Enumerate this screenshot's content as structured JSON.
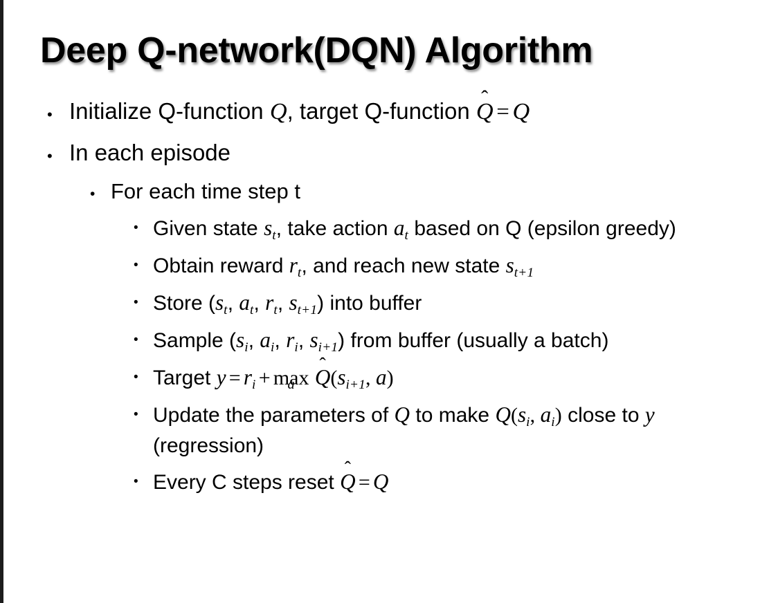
{
  "slide": {
    "title": "Deep Q-network(DQN) Algorithm",
    "background_color": "#ffffff",
    "text_color": "#000000",
    "edge_band_color": "#1c1c1c",
    "bullet_glyph": "•"
  },
  "bullets": {
    "b1": {
      "level": 1,
      "pre": "Initialize Q-function ",
      "var_q1": "Q",
      "mid": ", target Q-function ",
      "hat": "̂",
      "var_qhat": "Q",
      "eq": "=",
      "var_q2": "Q"
    },
    "b2": {
      "level": 1,
      "text": "In each episode"
    },
    "b3": {
      "level": 2,
      "text": "For each time step t"
    },
    "b4": {
      "level": 3,
      "pre": "Given state ",
      "var_s": "s",
      "sub_s": "t",
      "mid": ", take action ",
      "var_a": "a",
      "sub_a": "t",
      "post": " based on Q (epsilon greedy)"
    },
    "b5": {
      "level": 3,
      "pre": "Obtain reward ",
      "var_r": "r",
      "sub_r": "t",
      "mid": ", and reach new state ",
      "var_s": "s",
      "sub_s": "t+1"
    },
    "b6": {
      "level": 3,
      "pre": "Store (",
      "var_s1": "s",
      "sub_s1": "t",
      "sep1": ", ",
      "var_a": "a",
      "sub_a": "t",
      "sep2": ", ",
      "var_r": "r",
      "sub_r": "t",
      "sep3": ", ",
      "var_s2": "s",
      "sub_s2": "t+1",
      "post": ") into buffer"
    },
    "b7": {
      "level": 3,
      "pre": "Sample (",
      "var_s1": "s",
      "sub_s1": "i",
      "sep1": ", ",
      "var_a": "a",
      "sub_a": "i",
      "sep2": ", ",
      "var_r": "r",
      "sub_r": "i",
      "sep3": ", ",
      "var_s2": "s",
      "sub_s2": "i+1",
      "post": ") from buffer (usually a batch)"
    },
    "b8": {
      "level": 3,
      "pre": "Target ",
      "var_y": "y",
      "eq": "=",
      "var_r": "r",
      "sub_r": "i",
      "plus": "+",
      "max_op": "max",
      "max_under": "a",
      "hat": "̂",
      "var_qhat": "Q",
      "open": "(",
      "var_s": "s",
      "sub_s": "i+1",
      "comma": ", ",
      "var_a": "a",
      "close": ")"
    },
    "b9": {
      "level": 3,
      "pre": "Update the parameters of ",
      "var_q1": "Q",
      "mid": " to make ",
      "var_q2": "Q",
      "open": "(",
      "var_s": "s",
      "sub_s": "i",
      "comma": ", ",
      "var_a": "a",
      "sub_a": "i",
      "close": ")",
      "post": " close to ",
      "var_y": "y",
      "tail": " (regression)"
    },
    "b10": {
      "level": 3,
      "pre": "Every C steps reset ",
      "hat": "̂",
      "var_qhat": "Q",
      "eq": "=",
      "var_q": "Q"
    }
  }
}
